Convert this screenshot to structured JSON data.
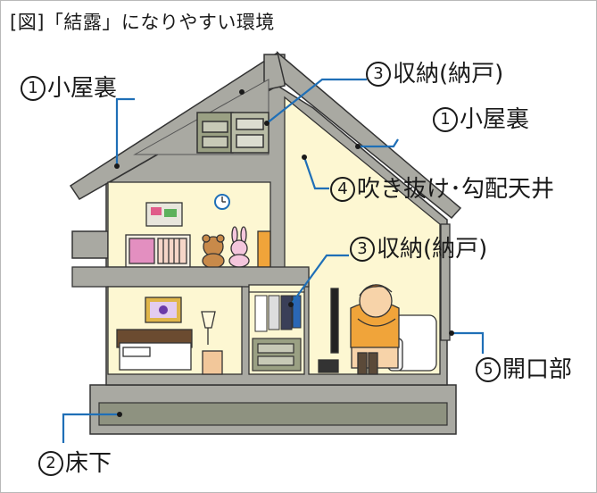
{
  "title": "[図]「結露」になりやすい環境",
  "labels": [
    {
      "id": "attic-left",
      "num": "1",
      "text": "小屋裏"
    },
    {
      "id": "storage-top",
      "num": "3",
      "text": "収納(納戸)"
    },
    {
      "id": "attic-right",
      "num": "1",
      "text": "小屋裏"
    },
    {
      "id": "atrium",
      "num": "4",
      "text": "吹き抜け･勾配天井"
    },
    {
      "id": "storage-mid",
      "num": "3",
      "text": "収納(納戸)"
    },
    {
      "id": "opening",
      "num": "5",
      "text": "開口部"
    },
    {
      "id": "underfloor",
      "num": "2",
      "text": "床下"
    }
  ],
  "colors": {
    "wall": "#a9a9a2",
    "wall_dark": "#7f7f78",
    "room": "#fdf7d2",
    "underfloor": "#8e9280",
    "leader": "#1f6fb7",
    "outline": "#333333"
  }
}
